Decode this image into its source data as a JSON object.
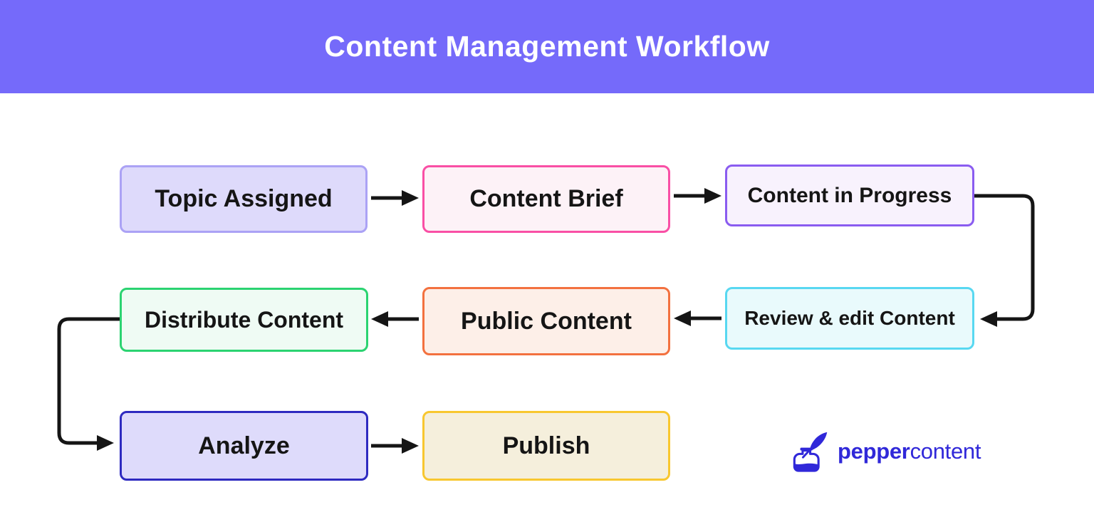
{
  "header": {
    "title": "Content Management Workflow",
    "bg_color": "#756AFA",
    "text_color": "#FFFFFF"
  },
  "diagram": {
    "arrow_color": "#151515",
    "nodes": [
      {
        "id": "topic-assigned",
        "label": "Topic Assigned",
        "fill": "#DEDAFB",
        "border": "#ABA2F5"
      },
      {
        "id": "content-brief",
        "label": "Content Brief",
        "fill": "#FDF2F7",
        "border": "#F94FA5"
      },
      {
        "id": "content-in-progress",
        "label": "Content in Progress",
        "fill": "#F8F2FD",
        "border": "#8A5CF0"
      },
      {
        "id": "review-edit-content",
        "label": "Review & edit Content",
        "fill": "#E9FAFC",
        "border": "#58D8F1"
      },
      {
        "id": "public-content",
        "label": "Public Content",
        "fill": "#FDEFE8",
        "border": "#F3713F"
      },
      {
        "id": "distribute-content",
        "label": "Distribute Content",
        "fill": "#EFFBF4",
        "border": "#2BD371"
      },
      {
        "id": "analyze",
        "label": "Analyze",
        "fill": "#DEDBFB",
        "border": "#2E2AC0"
      },
      {
        "id": "publish",
        "label": "Publish",
        "fill": "#F5EFDC",
        "border": "#F8C72F"
      }
    ],
    "edges": [
      {
        "from": "topic-assigned",
        "to": "content-brief"
      },
      {
        "from": "content-brief",
        "to": "content-in-progress"
      },
      {
        "from": "content-in-progress",
        "to": "review-edit-content"
      },
      {
        "from": "review-edit-content",
        "to": "public-content"
      },
      {
        "from": "public-content",
        "to": "distribute-content"
      },
      {
        "from": "distribute-content",
        "to": "analyze"
      },
      {
        "from": "analyze",
        "to": "publish"
      }
    ]
  },
  "logo": {
    "brand_bold": "pepper",
    "brand_regular": "content",
    "color": "#3028D9",
    "icon": "ink-pot-quill-icon"
  }
}
